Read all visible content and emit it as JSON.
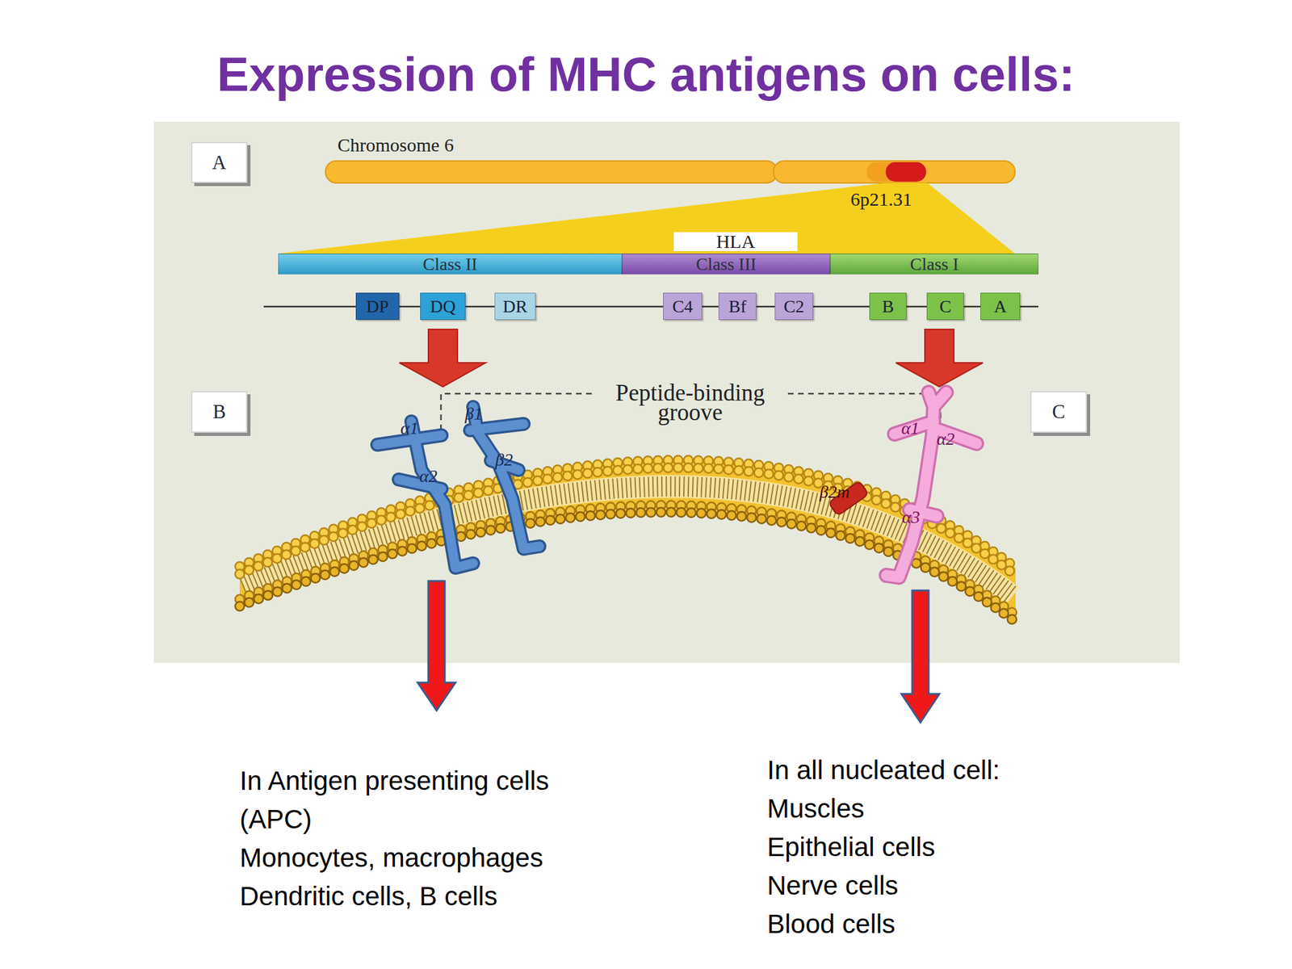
{
  "diagram": {
    "title": "Expression of MHC antigens on cells:",
    "nodes": [
      {
        "text": [
          "A"
        ]
      },
      {
        "text": [
          "HLA"
        ]
      },
      {
        "text": [
          "Class II"
        ]
      },
      {
        "text": [
          "Class III"
        ]
      },
      {
        "text": [
          "Class I"
        ]
      },
      {
        "text": [
          "DP"
        ]
      },
      {
        "text": [
          "DQ"
        ]
      },
      {
        "text": [
          "DR"
        ]
      },
      {
        "text": [
          "C4"
        ]
      },
      {
        "text": [
          "Bf"
        ]
      },
      {
        "text": [
          "C2"
        ]
      },
      {
        "text": [
          "B"
        ]
      },
      {
        "text": [
          "C"
        ]
      },
      {
        "text": [
          "A"
        ]
      },
      {
        "text": [
          "B"
        ]
      },
      {
        "text": [
          "C"
        ]
      }
    ],
    "labels": [
      "Chromosome 6",
      "6p21.31",
      "Peptide-binding groove",
      "α1",
      "α2",
      "β1",
      "β2",
      "β2m",
      "α1",
      "α2",
      "α3",
      "In Antigen presenting cells (APC)",
      "Monocytes, macrophages",
      "Dendritic cells, B cells",
      "In all nucleated cell:",
      "Muscles",
      "Epithelial cells",
      "Nerve cells",
      "Blood cells"
    ]
  }
}
